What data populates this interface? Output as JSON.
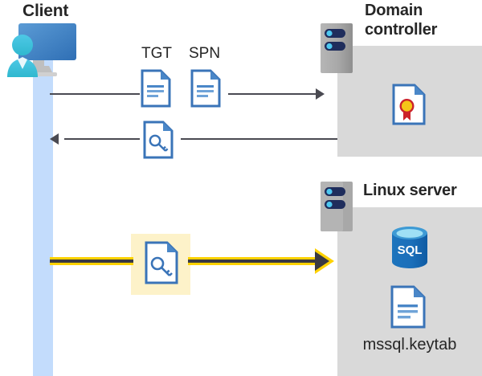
{
  "diagram": {
    "type": "sequence-diagram",
    "description": "Kerberos authentication flow between a client, a domain controller and a Linux SQL Server host"
  },
  "colors": {
    "panel_gray": "#d9d9d9",
    "lifeline_blue": "#c3dcfc",
    "highlight_yellow": "#fdf2c9",
    "gold_arrow": "#ffd200",
    "arrow_dark": "#4a4a52",
    "doc_blue": "#3a74b8",
    "title_text": "#262626",
    "sql_blue": "#1b6fba",
    "cert_gold": "#f5c518",
    "cert_red": "#cc2229"
  },
  "actors": {
    "client": {
      "title": "Client",
      "icon": "client-computer-icon"
    },
    "domain_controller": {
      "title": "Domain controller",
      "title_line1": "Domain",
      "title_line2": "controller",
      "icon": "server-tower-icon",
      "contents": [
        {
          "name": "certificate-icon",
          "label": ""
        }
      ]
    },
    "linux_server": {
      "title": "Linux server",
      "icon": "server-tower-icon",
      "contents": [
        {
          "name": "sql-database-icon",
          "label": "SQL"
        },
        {
          "name": "keytab-file-icon",
          "label": "mssql.keytab"
        }
      ]
    }
  },
  "messages": [
    {
      "id": "request",
      "direction": "right",
      "from": "client",
      "to": "domain_controller",
      "style": "thin-dark",
      "artifacts": [
        {
          "label": "TGT",
          "icon": "document-icon"
        },
        {
          "label": "SPN",
          "icon": "document-icon"
        }
      ]
    },
    {
      "id": "response",
      "direction": "left",
      "from": "domain_controller",
      "to": "client",
      "style": "thin-dark",
      "artifacts": [
        {
          "label": "",
          "icon": "key-document-icon"
        }
      ]
    },
    {
      "id": "service-ticket",
      "direction": "right",
      "from": "client",
      "to": "linux_server",
      "style": "gold-highlight",
      "highlighted": true,
      "artifacts": [
        {
          "label": "",
          "icon": "key-document-icon"
        }
      ]
    }
  ],
  "labels": {
    "tgt": "TGT",
    "spn": "SPN",
    "sql": "SQL",
    "keytab": "mssql.keytab"
  }
}
